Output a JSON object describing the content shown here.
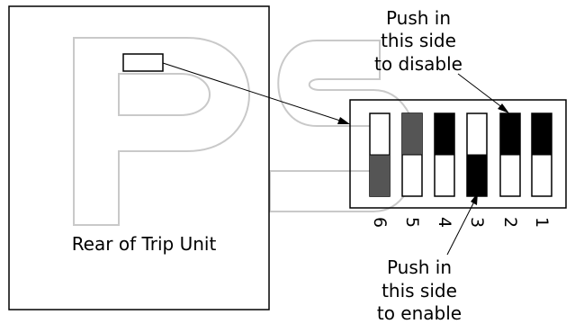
{
  "rear_label": "Rear of Trip Unit",
  "callout_disable": {
    "line1": "Push in",
    "line2": "this side",
    "line3": "to disable"
  },
  "callout_enable": {
    "line1": "Push in",
    "line2": "this side",
    "line3": "to enable"
  },
  "switches": [
    {
      "number": "6",
      "state": "enabled"
    },
    {
      "number": "5",
      "state": "disabled"
    },
    {
      "number": "4",
      "state": "disabled"
    },
    {
      "number": "3",
      "state": "enabled"
    },
    {
      "number": "2",
      "state": "disabled"
    },
    {
      "number": "1",
      "state": "disabled"
    }
  ],
  "watermark_text": "PS",
  "colors": {
    "line": "#000000",
    "fill_dark": "#000000",
    "fill_gray": "#555555",
    "watermark": "#c8c8c8"
  }
}
